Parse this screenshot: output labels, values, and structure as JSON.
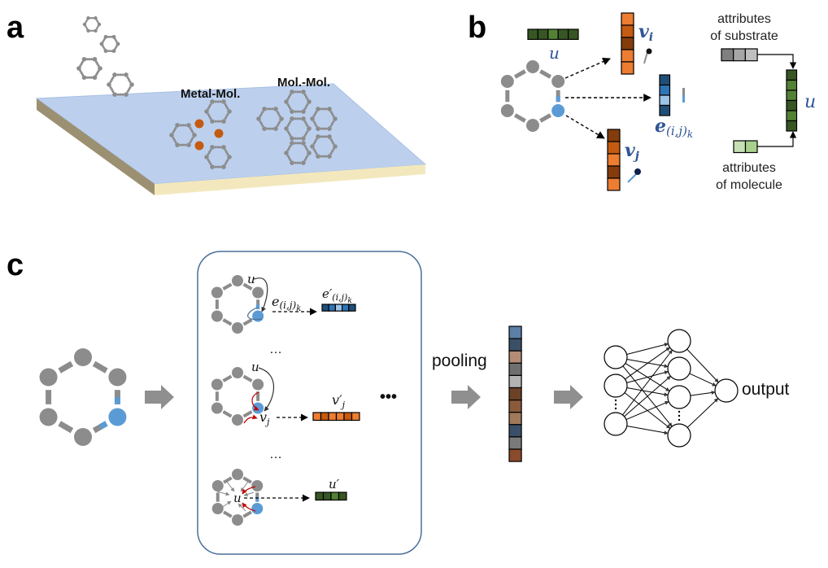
{
  "panels": {
    "a": {
      "label": "a",
      "metal_mol_label": "Metal-Mol.",
      "mol_mol_label": "Mol.-Mol."
    },
    "b": {
      "label": "b",
      "u_label": "u",
      "vi_label": "v",
      "vi_sub": "i",
      "vj_label": "v",
      "vj_sub": "j",
      "e_label": "e",
      "e_sub": "(i,j)",
      "e_subsub": "k",
      "u_right_label": "u",
      "attr_substrate_line1": "attributes",
      "attr_substrate_line2": "of substrate",
      "attr_molecule_line1": "attributes",
      "attr_molecule_line2": "of molecule"
    },
    "c": {
      "label": "c",
      "box_row1_u": "u",
      "box_row1_e": "e",
      "box_row1_e_sub": "(i,j)",
      "box_row1_e_subsub": "k",
      "box_row1_eprime": "e′",
      "box_row1_eprime_sub": "(i,j)",
      "box_row1_eprime_subsub": "k",
      "box_row2_u": "u",
      "box_row2_vj": "v",
      "box_row2_vj_sub": "j",
      "box_row2_vjprime": "v′",
      "box_row2_vjprime_sub": "j",
      "box_row3_u": "u",
      "box_row3_uprime": "u′",
      "ellipsis_small": "…",
      "ellipsis_side": "•••",
      "pooling_label": "pooling",
      "output_label": "output"
    }
  },
  "colors": {
    "node_gray": "#8c8c8c",
    "node_blue": "#5b9bd5",
    "orange": "#ed7d31",
    "brown": "#8b4513",
    "green_dark": "#375623",
    "green_mid": "#548235",
    "green_light": "#c5e0b4",
    "blue_dark": "#1f4e79",
    "blue_mid": "#2e75b6",
    "substrate_top": "#bcd0ee",
    "substrate_side": "#f3e8bd",
    "metal_dot": "#c55a11",
    "label_blue": "#2f5597",
    "arrow_gray": "#8f8f8f"
  },
  "vectors": {
    "u_cells": [
      "#375623",
      "#375623",
      "#548235",
      "#375623",
      "#375623"
    ],
    "vi_cells": [
      "#ed7d31",
      "#c55a11",
      "#843c0c",
      "#ed7d31",
      "#ed7d31"
    ],
    "vj_cells": [
      "#843c0c",
      "#c55a11",
      "#ed7d31",
      "#843c0c",
      "#ed7d31"
    ],
    "e_cells": [
      "#1f4e79",
      "#2e75b6",
      "#9dc3e6",
      "#1f4e79"
    ],
    "u_right_cells": [
      "#375623",
      "#548235",
      "#548235",
      "#375623",
      "#548235",
      "#375623"
    ],
    "substrate_cells": [
      "#7f7f7f",
      "#a6a6a6",
      "#bfbfbf"
    ],
    "molecule_cells": [
      "#c5e0b4",
      "#a9d18e"
    ],
    "eprime_cells": [
      "#1f4e79",
      "#2e75b6",
      "#9dc3e6",
      "#2e75b6",
      "#1f4e79"
    ],
    "vjprime_cells": [
      "#ed7d31",
      "#c55a11",
      "#ed7d31",
      "#ed7d31",
      "#c55a11",
      "#ed7d31"
    ],
    "uprime_cells": [
      "#375623",
      "#375623",
      "#548235",
      "#375623"
    ],
    "pooled_cells": [
      "#5b7fa6",
      "#3b5068",
      "#b48b75",
      "#6f6f6f",
      "#b3b3b3",
      "#6b4226",
      "#8a5a3b",
      "#a0785a",
      "#3b5068",
      "#7a7a7a",
      "#8b4a2b"
    ]
  }
}
